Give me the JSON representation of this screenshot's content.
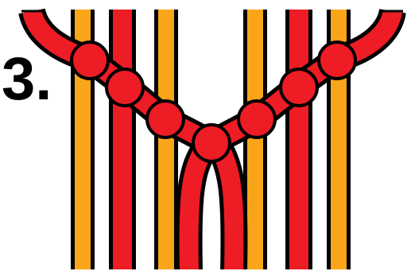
{
  "step": {
    "label": "3."
  },
  "colors": {
    "cord_primary": "#ee1c25",
    "cord_secondary": "#f9a51a",
    "outline": "#000000",
    "background": "#ffffff"
  },
  "diagram": {
    "subject": "macrame-knot-step",
    "icon": "knot-icon",
    "knot_count": 7
  }
}
